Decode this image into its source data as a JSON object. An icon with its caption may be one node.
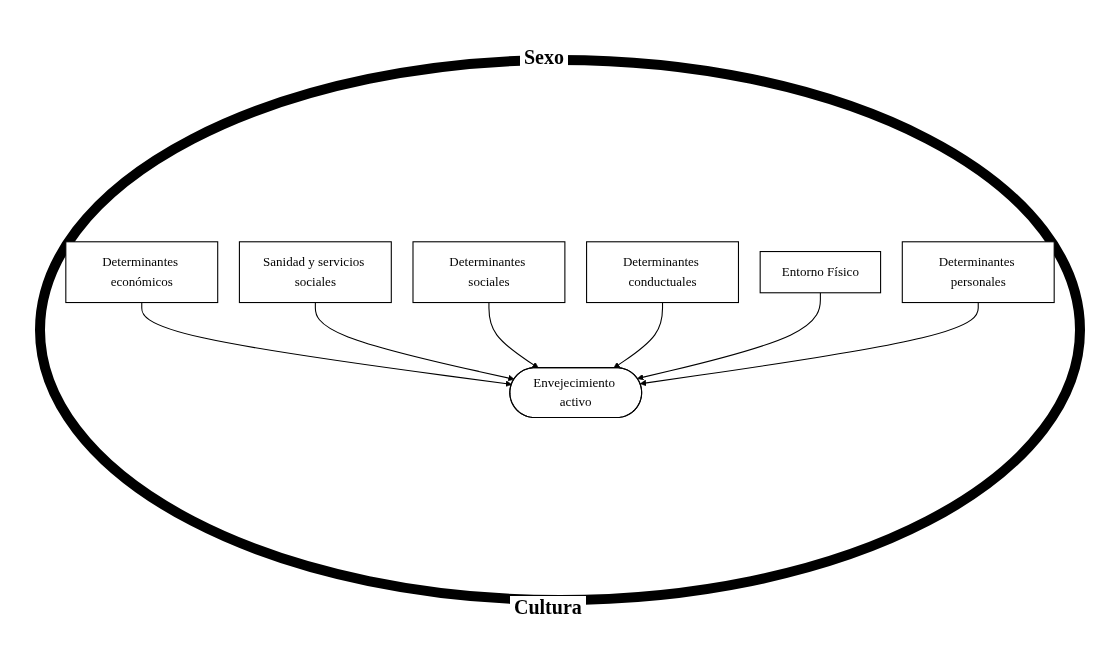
{
  "diagram": {
    "nodes": [
      {
        "text": [
          "Determinantes económicos"
        ]
      },
      {
        "text": [
          "Sanidad y servicios sociales"
        ]
      },
      {
        "text": [
          "Determinantes sociales"
        ]
      },
      {
        "text": [
          "Envejecimiento activo"
        ]
      },
      {
        "text": [
          "Determinantes conductuales"
        ]
      },
      {
        "text": [
          "Entorno Físico"
        ]
      },
      {
        "text": [
          "Determinantes personales"
        ]
      }
    ],
    "edges": [
      {
        "from": 0,
        "to": 3,
        "arrow": "to"
      },
      {
        "from": 1,
        "to": 3,
        "arrow": "to"
      },
      {
        "from": 2,
        "to": 3,
        "arrow": "to"
      },
      {
        "from": 4,
        "to": 3,
        "arrow": "to"
      },
      {
        "from": 5,
        "to": 3,
        "arrow": "to"
      },
      {
        "from": 6,
        "to": 3,
        "arrow": "to"
      }
    ],
    "labels": [
      "Sexo",
      "Cultura"
    ]
  }
}
